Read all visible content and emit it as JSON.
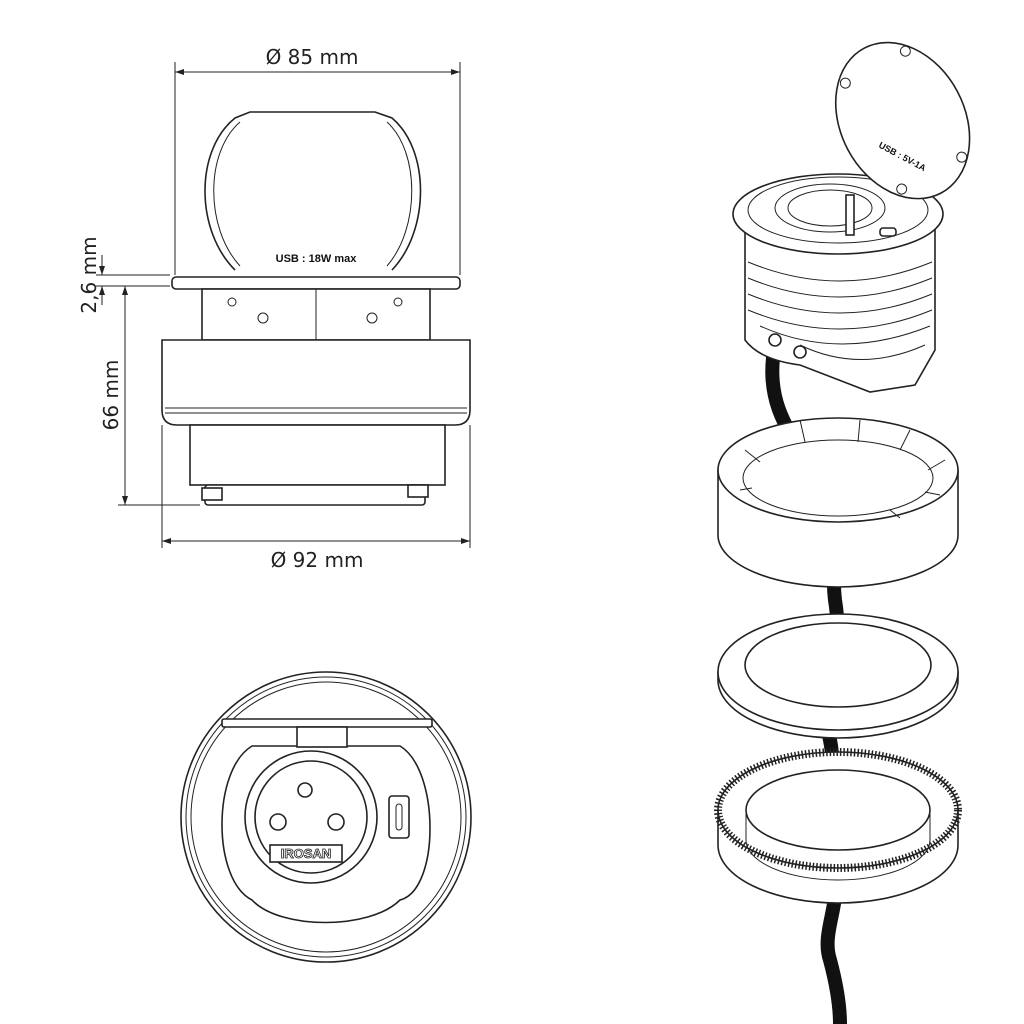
{
  "dimensions": {
    "top_diameter": "Ø 85 mm",
    "bottom_diameter": "Ø 92 mm",
    "plate_thickness": "2,6 mm",
    "height": "66 mm"
  },
  "labels": {
    "front_usb": "USB : 18W max",
    "brand": "IROSAN",
    "iso_usb": "USB : 5V-1A"
  }
}
